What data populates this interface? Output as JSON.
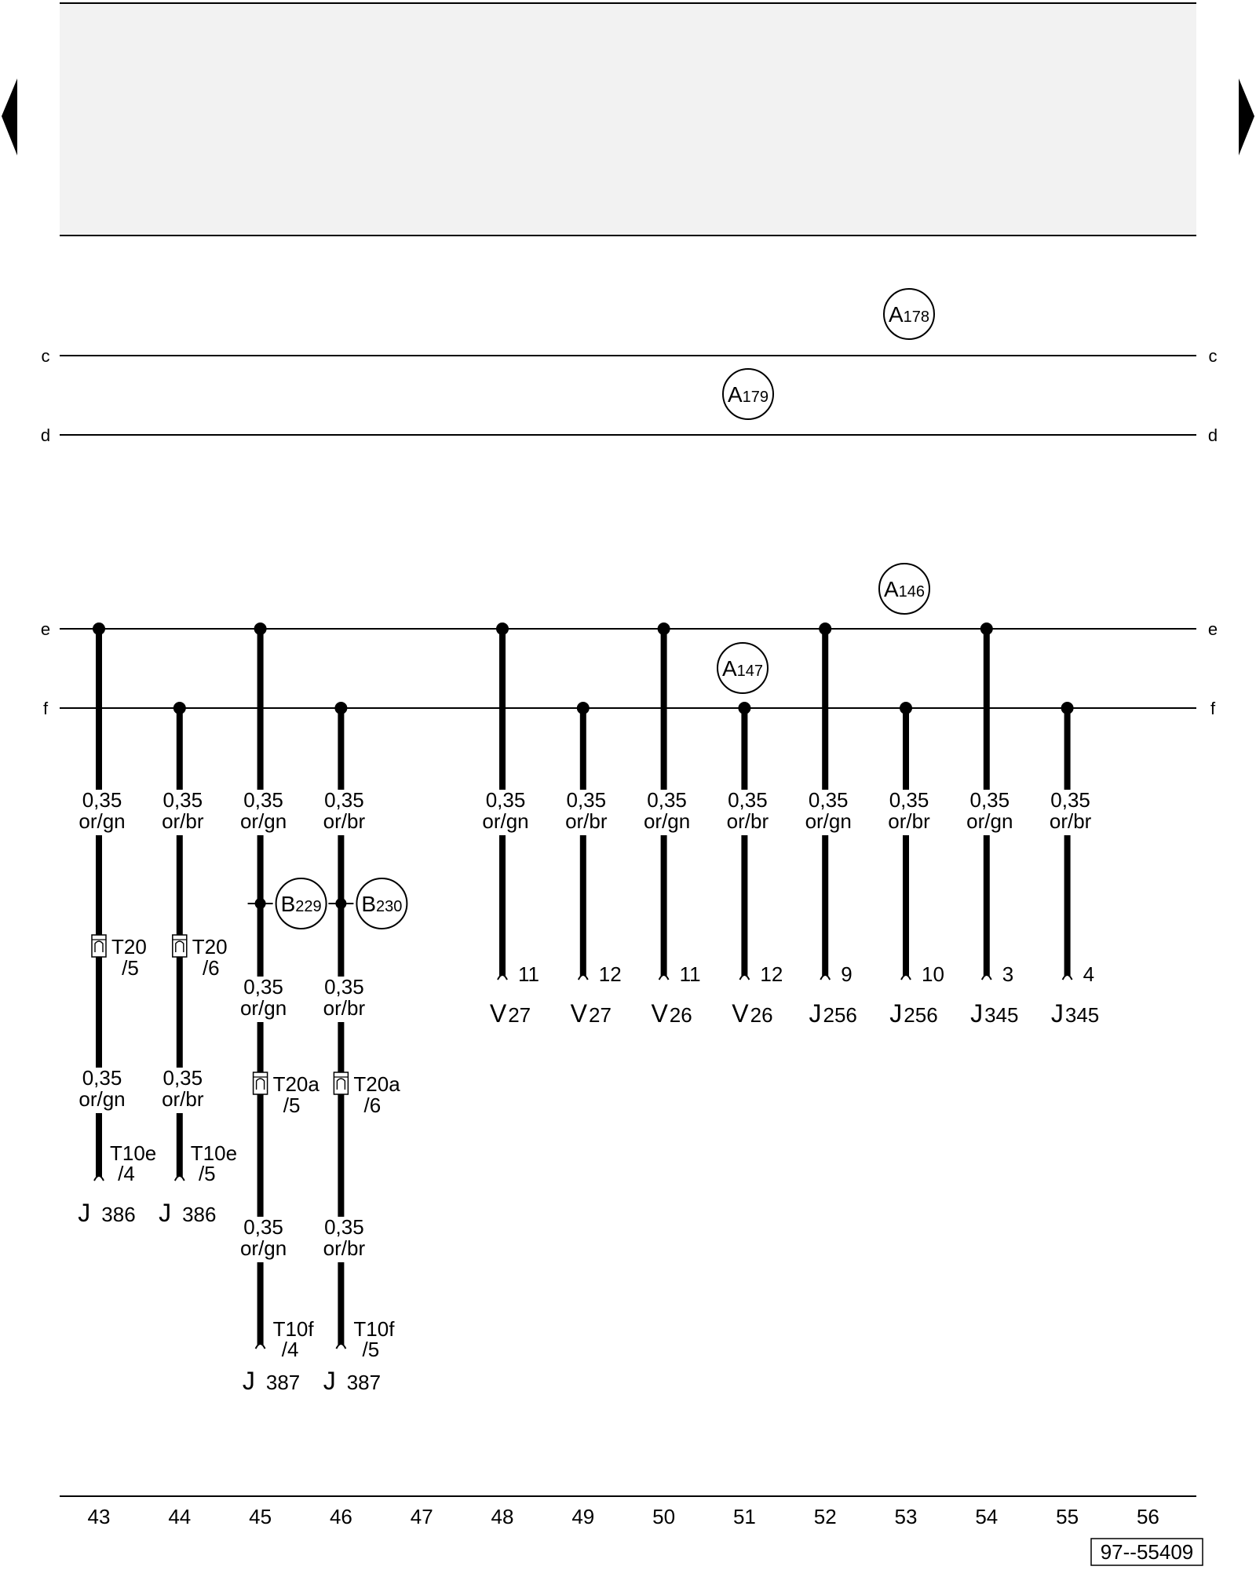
{
  "nav": {
    "prev_icon": "triangle-left-icon",
    "next_icon": "triangle-right-icon"
  },
  "colors": {
    "header_band": "#f2f2f2",
    "line": "#000000"
  },
  "buses": [
    {
      "id": "c",
      "left_label": "c",
      "right_label": "c"
    },
    {
      "id": "d",
      "left_label": "d",
      "right_label": "d"
    },
    {
      "id": "e",
      "left_label": "e",
      "right_label": "e"
    },
    {
      "id": "f",
      "left_label": "f",
      "right_label": "f"
    }
  ],
  "bus_markers": [
    {
      "letter": "A",
      "number": "178"
    },
    {
      "letter": "A",
      "number": "179"
    },
    {
      "letter": "A",
      "number": "146"
    },
    {
      "letter": "A",
      "number": "147"
    }
  ],
  "wires": [
    {
      "column": 43,
      "bus": "e",
      "size": "0,35",
      "color": "or/gn",
      "connector": {
        "name": "T20",
        "pin": "/5"
      },
      "size2": "0,35",
      "color2": "or/gn",
      "end_label": "T10e",
      "end_pin": "/4",
      "component": "J",
      "component_number": "386"
    },
    {
      "column": 44,
      "bus": "f",
      "size": "0,35",
      "color": "or/br",
      "connector": {
        "name": "T20",
        "pin": "/6"
      },
      "size2": "0,35",
      "color2": "or/br",
      "end_label": "T10e",
      "end_pin": "/5",
      "component": "J",
      "component_number": "386"
    },
    {
      "column": 45,
      "bus": "e",
      "size": "0,35",
      "color": "or/gn",
      "junction": {
        "letter": "B",
        "number": "229"
      },
      "size2": "0,35",
      "color2": "or/gn",
      "connector": {
        "name": "T20a",
        "pin": "/5"
      },
      "size3": "0,35",
      "color3": "or/gn",
      "end_label": "T10f",
      "end_pin": "/4",
      "component": "J",
      "component_number": "387"
    },
    {
      "column": 46,
      "bus": "f",
      "size": "0,35",
      "color": "or/br",
      "junction": {
        "letter": "B",
        "number": "230"
      },
      "size2": "0,35",
      "color2": "or/br",
      "connector": {
        "name": "T20a",
        "pin": "/6"
      },
      "size3": "0,35",
      "color3": "or/br",
      "end_label": "T10f",
      "end_pin": "/5",
      "component": "J",
      "component_number": "387"
    },
    {
      "column": 48,
      "bus": "e",
      "size": "0,35",
      "color": "or/gn",
      "pin": "11",
      "component": "V",
      "component_number": "27"
    },
    {
      "column": 49,
      "bus": "f",
      "size": "0,35",
      "color": "or/br",
      "pin": "12",
      "component": "V",
      "component_number": "27"
    },
    {
      "column": 50,
      "bus": "e",
      "size": "0,35",
      "color": "or/gn",
      "pin": "11",
      "component": "V",
      "component_number": "26"
    },
    {
      "column": 51,
      "bus": "f",
      "size": "0,35",
      "color": "or/br",
      "pin": "12",
      "component": "V",
      "component_number": "26"
    },
    {
      "column": 52,
      "bus": "e",
      "size": "0,35",
      "color": "or/gn",
      "pin": "9",
      "component": "J",
      "component_number": "256"
    },
    {
      "column": 53,
      "bus": "f",
      "size": "0,35",
      "color": "or/br",
      "pin": "10",
      "component": "J",
      "component_number": "256"
    },
    {
      "column": 54,
      "bus": "e",
      "size": "0,35",
      "color": "or/gn",
      "pin": "3",
      "component": "J",
      "component_number": "345"
    },
    {
      "column": 55,
      "bus": "f",
      "size": "0,35",
      "color": "or/br",
      "pin": "4",
      "component": "J",
      "component_number": "345"
    }
  ],
  "column_numbers": [
    "43",
    "44",
    "45",
    "46",
    "47",
    "48",
    "49",
    "50",
    "51",
    "52",
    "53",
    "54",
    "55",
    "56"
  ],
  "reference": "97--55409"
}
